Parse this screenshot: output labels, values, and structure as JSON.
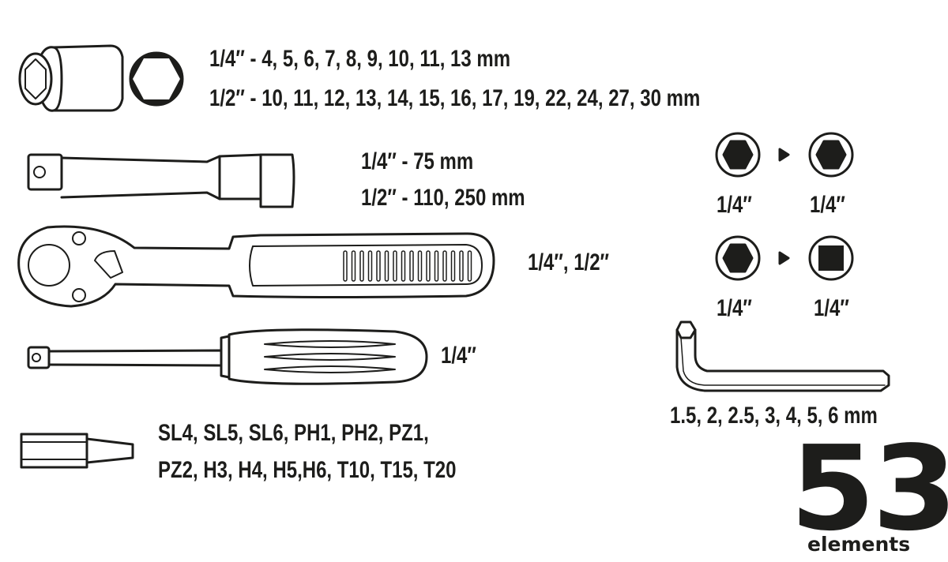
{
  "sockets": {
    "line1": "1/4″ - 4, 5, 6, 7, 8, 9, 10, 11, 13 mm",
    "line2": "1/2″ - 10, 11, 12, 13, 14, 15, 16, 17, 19, 22, 24, 27, 30 mm"
  },
  "extensions": {
    "line1": "1/4″ - 75 mm",
    "line2": "1/2″ - 110, 250 mm"
  },
  "ratchet": {
    "label": "1/4″, 1/2″"
  },
  "screwdriver": {
    "label": "1/4″"
  },
  "bits": {
    "line1": "SL4, SL5, SL6, PH1, PH2, PZ1,",
    "line2": "PZ2, H3, H4, H5,H6, T10, T15, T20"
  },
  "adapters": [
    {
      "from": "1/4″",
      "to": "1/4″",
      "from_shape": "hex",
      "to_shape": "hex"
    },
    {
      "from": "1/4″",
      "to": "1/4″",
      "from_shape": "hex",
      "to_shape": "square"
    }
  ],
  "hex_keys": {
    "label": "1.5, 2, 2.5, 3, 4, 5, 6 mm"
  },
  "count": {
    "number": "53",
    "unit": "elements"
  },
  "colors": {
    "ink": "#1d1d1b",
    "background": "#ffffff"
  }
}
